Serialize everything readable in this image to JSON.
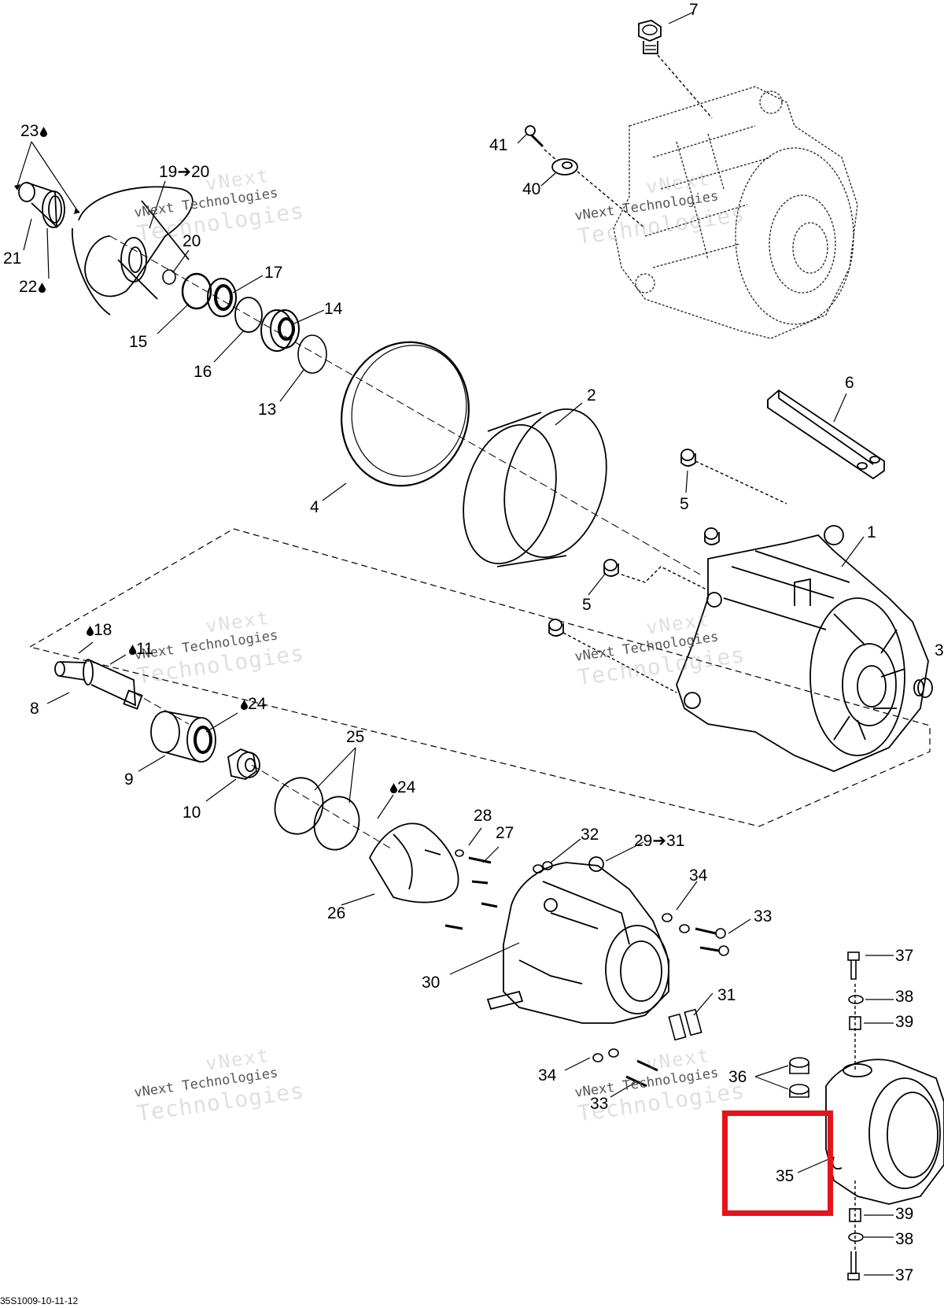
{
  "diagram_code": "35S1009-10-11-12",
  "watermark": {
    "line1": "vNext",
    "line2": "vNext Technologies",
    "line3": "Technologies"
  },
  "colors": {
    "highlight": "#e3151b",
    "line": "#000000"
  },
  "labels": {
    "p1": "1",
    "p2": "2",
    "p3": "3",
    "p4": "4",
    "p5a": "5",
    "p5b": "5",
    "p6": "6",
    "p7": "7",
    "p8": "8",
    "p9": "9",
    "p10": "10",
    "p11": "11",
    "p13": "13",
    "p14": "14",
    "p15": "15",
    "p16": "16",
    "p17": "17",
    "p18": "18",
    "p19": "19➔20",
    "p20": "20",
    "p21": "21",
    "p22": "22",
    "p23": "23",
    "p24a": "24",
    "p24b": "24",
    "p25": "25",
    "p26": "26",
    "p27": "27",
    "p28": "28",
    "p29": "29➔31",
    "p30": "30",
    "p31": "31",
    "p32": "32",
    "p33a": "33",
    "p33b": "33",
    "p34a": "34",
    "p34b": "34",
    "p35": "35",
    "p36": "36",
    "p37a": "37",
    "p37b": "37",
    "p38a": "38",
    "p38b": "38",
    "p39a": "39",
    "p39b": "39",
    "p40": "40",
    "p41": "41"
  }
}
